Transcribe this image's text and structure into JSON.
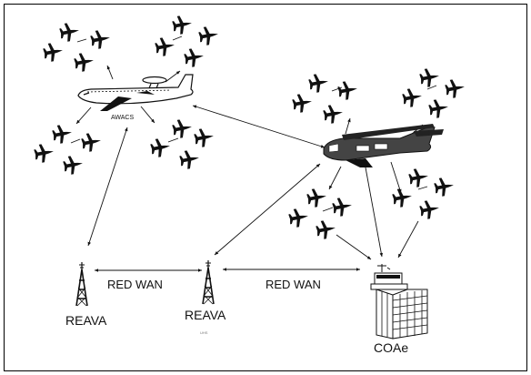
{
  "labels": {
    "awacs": "AWACS",
    "red_wan_left": "RED WAN",
    "red_wan_right": "RED WAN",
    "reava_left": "REAVA",
    "reava_mid": "REAVA",
    "coae": "COAe",
    "tiny_mark": "UHS"
  },
  "colors": {
    "ink": "#111111",
    "frame": "#000000",
    "background": "#ffffff"
  },
  "icons": {
    "fighter": "fighter-jet-icon",
    "awacs": "awacs-aircraft-icon",
    "transport": "transport-aircraft-icon",
    "antenna": "radio-antenna-icon",
    "control_center": "control-center-building-icon"
  }
}
